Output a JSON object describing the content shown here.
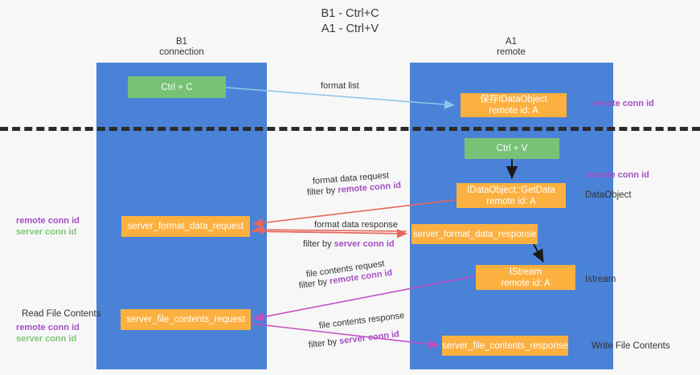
{
  "title": "B1 - Ctrl+C\nA1 - Ctrl+V",
  "columns": {
    "left": {
      "head": "B1\nconnection"
    },
    "right": {
      "head": "A1\nremote"
    }
  },
  "nodes": {
    "ctrl_c": "Ctrl + C",
    "idataobject": "保存IDataObject\nremote id: A",
    "ctrl_v": "Ctrl + V",
    "getdata": "IDataObject::GetData\nremote id: A",
    "server_format_data_request": "server_format_data_request",
    "server_format_data_response": "server_format_data_response",
    "istream": "IStream\nremote id: A",
    "server_file_contents_request": "server_file_contents_request",
    "server_file_contents_response": "server_file_contents_response"
  },
  "side_labels": {
    "dataobject": "DataObject",
    "istream": "Istream",
    "write_file_contents": "Write File Contents",
    "read_file_contents": "Read File Contents"
  },
  "conn_notes": {
    "remote": "remote conn id",
    "server": "server conn id"
  },
  "edges": [
    {
      "name": "format-list",
      "text": "format list"
    },
    {
      "name": "format-data-request",
      "text": "format data request"
    },
    {
      "name": "format-data-request-filter",
      "prefix": "filter by ",
      "emphasis": "remote conn id"
    },
    {
      "name": "format-data-response",
      "text": "format data response"
    },
    {
      "name": "format-data-response-filter",
      "prefix": "filter by ",
      "emphasis": "server conn id"
    },
    {
      "name": "file-contents-request",
      "text": "file contents request"
    },
    {
      "name": "file-contents-request-filter",
      "prefix": "filter by ",
      "emphasis": "remote conn id"
    },
    {
      "name": "file-contents-response",
      "text": "file contents response"
    },
    {
      "name": "file-contents-response-filter",
      "prefix": "filter by ",
      "emphasis": "server conn id"
    }
  ],
  "colors": {
    "lane": "#4a82d8",
    "green_node": "#77c275",
    "orange_node": "#fbb040",
    "remote_conn": "#a64fc4",
    "server_conn": "#7cc576",
    "arrow_blue": "#8ec4e8",
    "arrow_red": "#e8665a",
    "arrow_magenta": "#c44fc4",
    "arrow_dark": "#1b1b1b",
    "divider": "#2b2b2b",
    "background": "#f7f7f7"
  }
}
